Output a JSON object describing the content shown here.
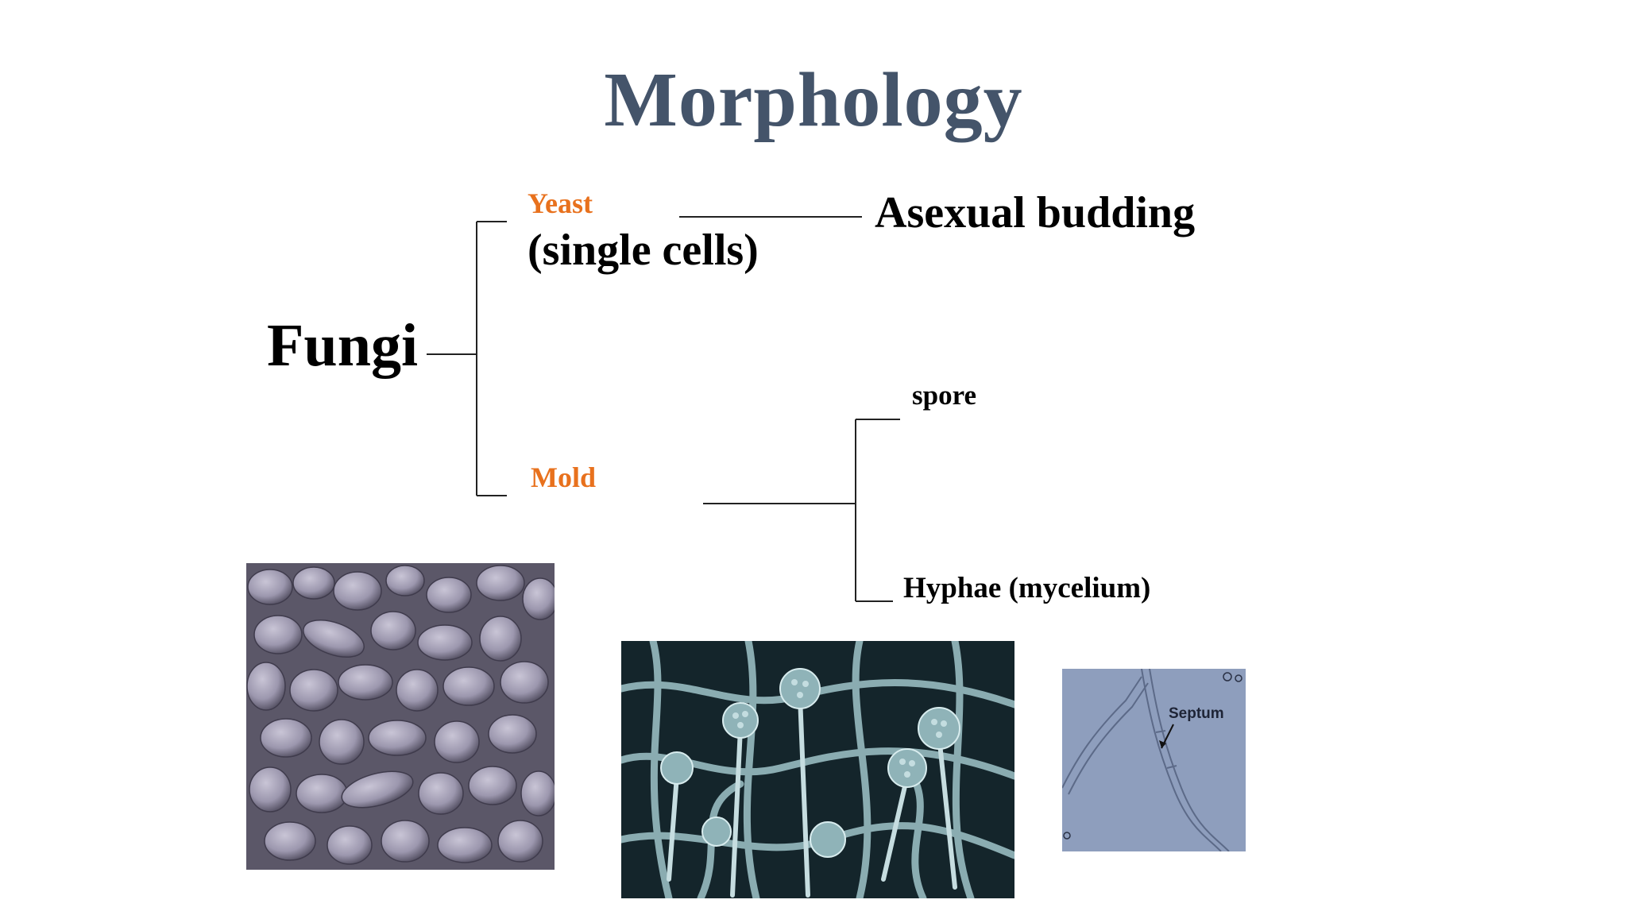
{
  "slide": {
    "title": "Morphology"
  },
  "diagram": {
    "root": "Fungi",
    "branch_yeast": {
      "label": "Yeast",
      "detail": "(single cells)",
      "result": "Asexual budding"
    },
    "branch_mold": {
      "label": "Mold",
      "children": [
        "spore",
        "Hyphae (mycelium)"
      ]
    }
  },
  "images": {
    "hyphae_micrograph_label": "Septum"
  },
  "colors": {
    "title": "#44546a",
    "branch_label": "#e8711d",
    "text": "#000000"
  }
}
